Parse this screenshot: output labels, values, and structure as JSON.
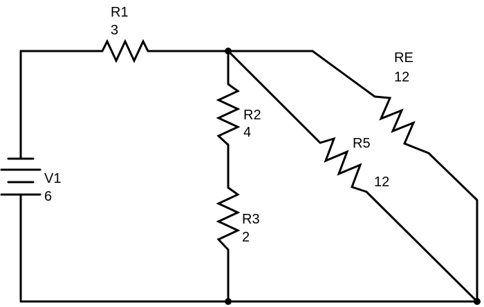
{
  "circuit": {
    "components": [
      {
        "id": "R1",
        "name": "R1",
        "value": "3"
      },
      {
        "id": "R2",
        "name": "R2",
        "value": "4"
      },
      {
        "id": "R3",
        "name": "R3",
        "value": "2"
      },
      {
        "id": "R5",
        "name": "R5",
        "value": "12"
      },
      {
        "id": "RE",
        "name": "RE",
        "value": "12"
      },
      {
        "id": "V1",
        "name": "V1",
        "value": "6"
      }
    ]
  }
}
